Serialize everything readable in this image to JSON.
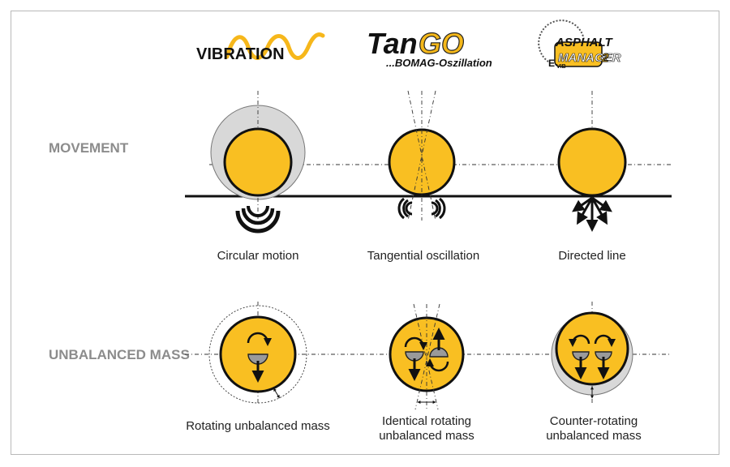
{
  "logos": {
    "vibration": "VIBRATION",
    "tango_a": "Tan",
    "tango_b": "GO",
    "tango_sub": "...BOMAG-Oszillation",
    "asphalt_manager_1": "ASPHALT",
    "asphalt_manager_2": "MANAGER",
    "asphalt_manager_num": "2",
    "asphalt_manager_evib": "E",
    "asphalt_manager_vib": "VIB"
  },
  "rows": {
    "movement": "MOVEMENT",
    "unbalanced_mass": "UNBALANCED MASS"
  },
  "captions": {
    "circular_motion": "Circular motion",
    "tangential_oscillation": "Tangential oscillation",
    "directed_line": "Directed line",
    "rotating_mass": "Rotating unbalanced mass",
    "identical_line1": "Identical rotating",
    "identical_line2": "unbalanced mass",
    "counter_line1": "Counter-rotating",
    "counter_line2": "unbalanced mass"
  },
  "colors": {
    "drum": "#f9bf22",
    "shadow": "#d8d8d8",
    "label": "#8c8c8c"
  },
  "icons": [
    "vibration-wave-icon",
    "gauge-icon",
    "rotation-arrow-icon",
    "directional-arrows-icon"
  ]
}
